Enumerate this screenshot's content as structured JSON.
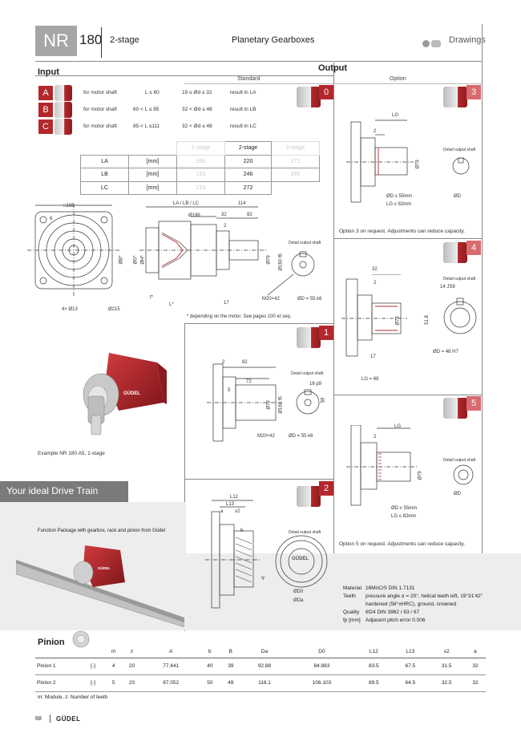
{
  "header": {
    "series": "NR",
    "size": "180",
    "stage": "2-stage",
    "title": "Planetary Gearboxes",
    "section": "Drawings"
  },
  "input": {
    "heading": "Input",
    "rows": [
      {
        "badge": "A",
        "text": "for motor shaft",
        "range": "L ≤ 60",
        "dia": "19 ≤ Ød ≤ 32",
        "result": "result in LA"
      },
      {
        "badge": "B",
        "text": "for motor shaft",
        "range": "60 < L ≤ 85",
        "dia": "32 < Ød ≤ 48",
        "result": "result in LB"
      },
      {
        "badge": "C",
        "text": "for motor shaft",
        "range": "85 < L ≤111",
        "dia": "32 < Ød ≤ 48",
        "result": "result in LC"
      }
    ]
  },
  "output": {
    "heading": "Output",
    "standard": "Standard",
    "option": "Option",
    "badges": [
      "0",
      "1",
      "2",
      "3",
      "4",
      "5"
    ]
  },
  "dims_table": {
    "cols": [
      "1-stage",
      "2-stage",
      "3-stage"
    ],
    "rows": [
      {
        "name": "LA",
        "unit": "[mm]",
        "v": [
          "168",
          "220",
          "272"
        ]
      },
      {
        "name": "LB",
        "unit": "[mm]",
        "v": [
          "193",
          "246",
          "298"
        ]
      },
      {
        "name": "LC",
        "unit": "[mm]",
        "v": [
          "219",
          "272",
          ""
        ]
      }
    ]
  },
  "main_drawing": {
    "d185": "□185",
    "la": "LA / LB / LC",
    "d114": "114",
    "d196": "Ø196",
    "d32": "32",
    "d82": "82",
    "d2": "2",
    "d79": "Ø79",
    "d16": "Ø160 f6",
    "db": "ØB*",
    "ds": "ØS*",
    "dh": "ØH*",
    "t": "t*",
    "l": "L*",
    "d17": "17",
    "m20": "M20×42",
    "d55": "ØD = 55 k6",
    "bolt": "4× Ø13",
    "d215": "Ø215",
    "detail": "Detail output shaft",
    "d6": "6",
    "note": "* depending on the motor. See pages 100 et seq."
  },
  "photo_caption": "Example NR 180 A5, 1-stage",
  "opt3": {
    "lg": "LG",
    "d2": "2",
    "d79": "Ø79",
    "dd": "ØD ≤ 55mm",
    "lg2": "LG ≤ 82mm",
    "detail": "Detail output shaft",
    "od": "ØD",
    "note": "Option 3 on request. Adjustments can reduce capacity."
  },
  "opt4": {
    "d32": "32",
    "d2": "2",
    "d79": "Ø79",
    "d17": "17",
    "lg": "LG = 68",
    "detail": "Detail output shaft",
    "js": "14 JS9",
    "d58": "51.8",
    "dd": "ØD = 48 H7"
  },
  "opt1": {
    "d2": "2",
    "d82": "82",
    "d72": "72",
    "d5": "5",
    "d79": "Ø79",
    "d160": "Ø160 f6",
    "m20": "M20×42",
    "dd": "ØD = 55 k6",
    "detail": "Detail output shaft",
    "p9": "16 p9",
    "d59": "59"
  },
  "opt5": {
    "lg": "LG",
    "d2": "2",
    "d79": "Ø79",
    "dd": "ØD ≤ 55mm",
    "lg2": "LG ≤ 82mm",
    "detail": "Detail output shaft",
    "od": "ØD",
    "note": "Option 5 on request. Adjustments can reduce capacity."
  },
  "opt2": {
    "l12": "L12",
    "l13": "L13",
    "a": "a",
    "x2": "x2",
    "b": "b",
    "a2": "A",
    "detail": "Detail output shaft",
    "d0": "ØD0",
    "da": "ØDa",
    "logo": "GÜDEL"
  },
  "drive_train": {
    "banner": "Your ideal Drive Train",
    "text": "Function Package with gearbox, rack and pinion from Güdel"
  },
  "material": {
    "rows": [
      {
        "k": "Material",
        "v": "16MnCr5 DIN 1.7131"
      },
      {
        "k": "Teeth",
        "v": "pressure angle α = 20°, helical teeth left, 19°31'42\""
      },
      {
        "k": "",
        "v": "hardened (58°±HRC), ground, crowned"
      },
      {
        "k": "Quality",
        "v": "6f24 DIN 3962 / 63 / 67"
      },
      {
        "k": "fp [mm]",
        "v": "Adjacent pitch error 0.006"
      }
    ]
  },
  "pinion": {
    "title": "Pinion",
    "headers": [
      "",
      "",
      "m",
      "z",
      "A",
      "b",
      "B",
      "Da",
      "D0",
      "L12",
      "L13",
      "x2",
      "a"
    ],
    "rows": [
      [
        "Pinion 1",
        "[-]",
        "4",
        "20",
        "77.441",
        "40",
        "39",
        "92.88",
        "84.883",
        "83.5",
        "67.5",
        "31.5",
        "32"
      ],
      [
        "Pinion 2",
        "[-]",
        "5",
        "20",
        "87.052",
        "50",
        "49",
        "116.1",
        "106.103",
        "89.5",
        "64.5",
        "32.5",
        "32"
      ]
    ],
    "note": "m: Module, z: Number of teeth"
  },
  "footer": {
    "page": "68",
    "brand": "GÜDEL"
  },
  "colors": {
    "brand_red": "#b3282d",
    "badge_pink": "#d96a6e",
    "grey_block": "#a6a6a6"
  }
}
